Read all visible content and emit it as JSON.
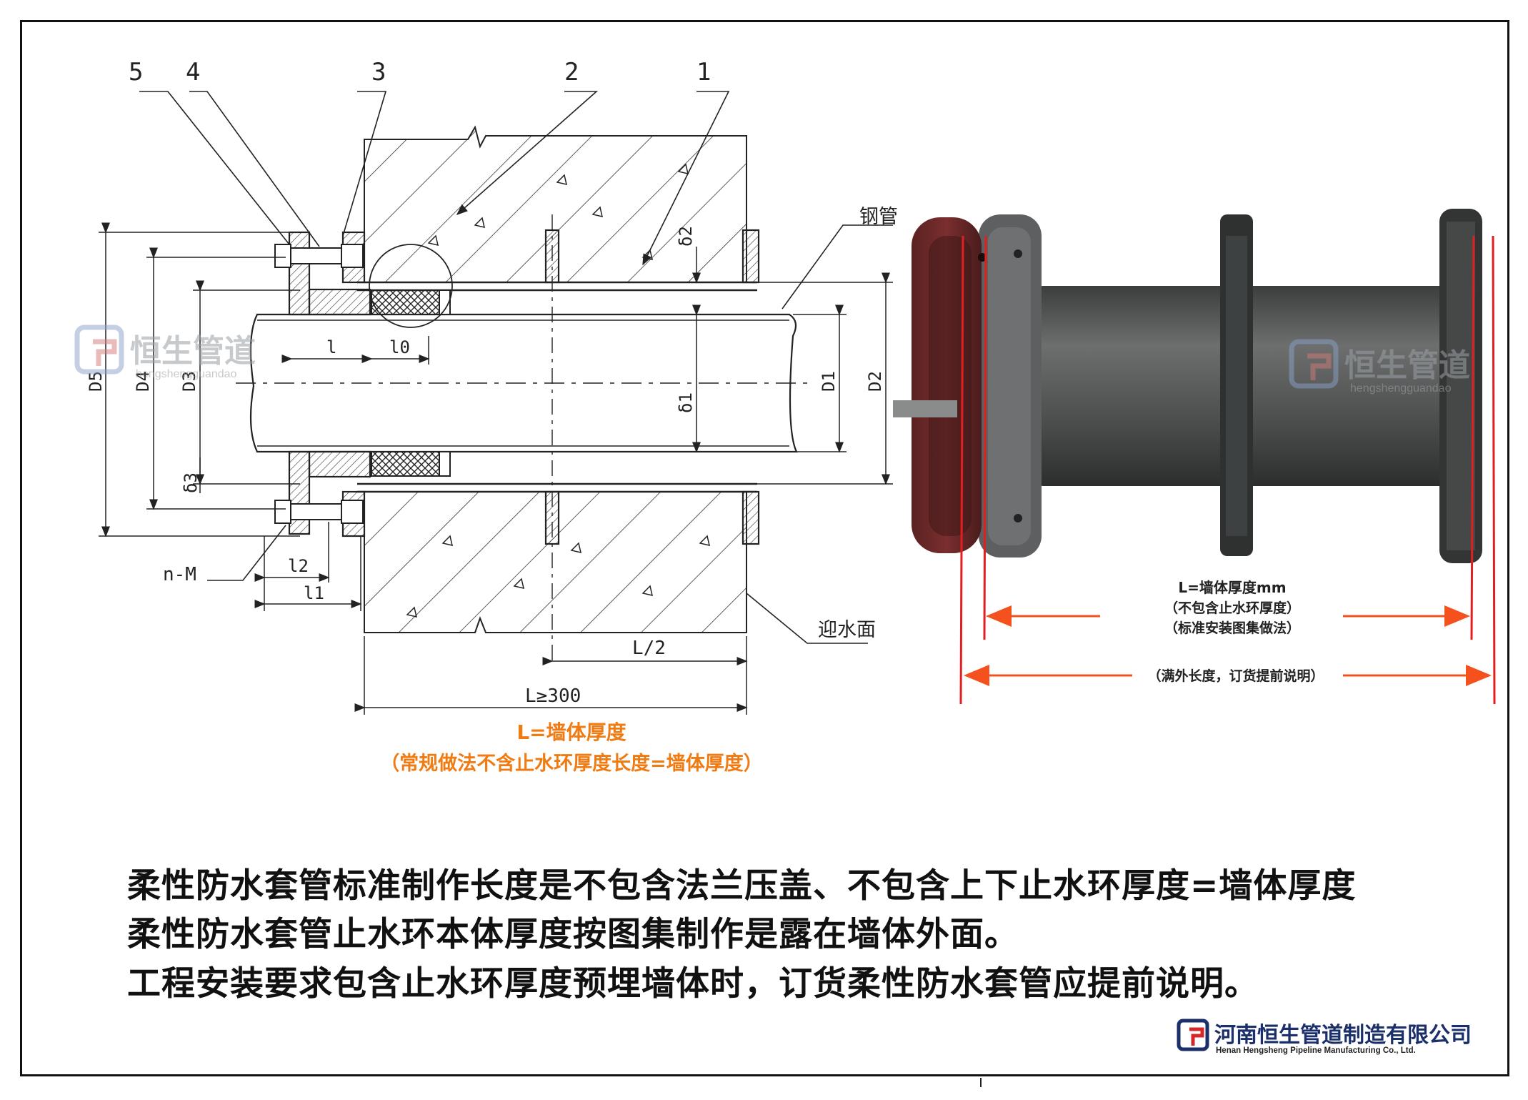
{
  "callouts": [
    "5",
    "4",
    "3",
    "2",
    "1"
  ],
  "labels": {
    "steel_pipe": "钢管",
    "water_face": "迎水面",
    "bolt": "n-M"
  },
  "dims": {
    "D5": "D5",
    "D4": "D4",
    "D3": "D3",
    "D1": "D1",
    "D2": "D2",
    "delta1": "δ1",
    "delta2": "δ2",
    "delta3": "δ3",
    "l": "l",
    "l0": "l0",
    "l1": "l1",
    "l2": "l2",
    "half_L": "L/2",
    "L": "L≥300"
  },
  "caption": {
    "line1": "L=墙体厚度",
    "line2": "（常规做法不含止水环厚度长度=墙体厚度）"
  },
  "photo": {
    "wall_len": "L=墙体厚度mm",
    "wall_note1": "（不包含止水环厚度）",
    "wall_note2": "（标准安装图集做法）",
    "full_len": "（满外长度，订货提前说明）"
  },
  "notes": [
    "柔性防水套管标准制作长度是不包含法兰压盖、不包含上下止水环厚度=墙体厚度",
    "柔性防水套管止水环本体厚度按图集制作是露在墙体外面。",
    "工程安装要求包含止水环厚度预埋墙体时，订货柔性防水套管应提前说明。"
  ],
  "watermark": {
    "name": "恒生管道",
    "pinyin": "hengshengguandao"
  },
  "company": {
    "cn": "河南恒生管道制造有限公司",
    "en": "Henan Hengsheng Pipeline Manufacturing Co., Ltd."
  },
  "colors": {
    "orange": "#f07b12",
    "red": "#e02020",
    "arrow_orange": "#f4511e",
    "logo_blue": "#1b2f6b",
    "logo_red": "#d62828"
  }
}
